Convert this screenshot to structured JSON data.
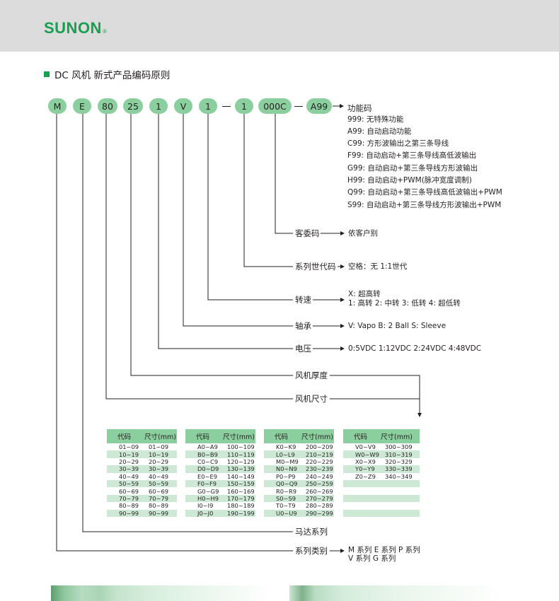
{
  "brand": {
    "name": "SUNON",
    "mark": "®",
    "color": "#17a04f"
  },
  "title": "DC 风机  新式产品编码原则",
  "pills": [
    "M",
    "E",
    "80",
    "25",
    "1",
    "V",
    "1",
    "1",
    "000C",
    "A99"
  ],
  "function_code": {
    "label": "功能码",
    "items": [
      "999: 无特殊功能",
      "A99: 自动启动功能",
      "C99: 方形波输出之第三条导线",
      "F99: 自动启动+第三条导线高低波输出",
      "G99: 自动启动+第三条导线方形波输出",
      "H99: 自动启动+PWM(脉冲宽度调制)",
      "Q99: 自动启动+第三条导线高低波输出+PWM",
      "S99: 自动启动+第三条导线方形波输出+PWM"
    ]
  },
  "customer_code": {
    "label": "客委码",
    "desc": "依客户别"
  },
  "series_gen": {
    "label": "系列世代码",
    "desc": "空格：无     1:1世代"
  },
  "speed": {
    "label": "转速",
    "line1": "X: 超高转",
    "line2": "1: 高转    2: 中转    3: 低转    4: 超低转"
  },
  "bearing": {
    "label": "轴承",
    "desc": "V: Vapo     B: 2 Ball     S: Sleeve"
  },
  "voltage": {
    "label": "电压",
    "desc": "0:5VDC     1:12VDC     2:24VDC     4:48VDC"
  },
  "thickness": {
    "label": "风机厚度"
  },
  "size": {
    "label": "风机尺寸"
  },
  "motor": {
    "label": "马达系列"
  },
  "category": {
    "label": "系列类别",
    "line1": "M 系列   E 系列   P 系列",
    "line2": "V 系列   G 系列"
  },
  "size_table": {
    "headers": [
      "代码",
      "尺寸(mm)"
    ],
    "columns": [
      [
        [
          "01~09",
          "01~09"
        ],
        [
          "10~19",
          "10~19"
        ],
        [
          "20~29",
          "20~29"
        ],
        [
          "30~39",
          "30~39"
        ],
        [
          "40~49",
          "40~49"
        ],
        [
          "50~59",
          "50~59"
        ],
        [
          "60~69",
          "60~69"
        ],
        [
          "70~79",
          "70~79"
        ],
        [
          "80~89",
          "80~89"
        ],
        [
          "90~99",
          "90~99"
        ]
      ],
      [
        [
          "A0~A9",
          "100~109"
        ],
        [
          "B0~B9",
          "110~119"
        ],
        [
          "C0~C9",
          "120~129"
        ],
        [
          "D0~D9",
          "130~139"
        ],
        [
          "E0~E9",
          "140~149"
        ],
        [
          "F0~F9",
          "150~159"
        ],
        [
          "G0~G9",
          "160~169"
        ],
        [
          "H0~H9",
          "170~179"
        ],
        [
          "I0~I9",
          "180~189"
        ],
        [
          "J0~J0",
          "190~199"
        ]
      ],
      [
        [
          "K0~K9",
          "200~209"
        ],
        [
          "L0~L9",
          "210~219"
        ],
        [
          "M0~M9",
          "220~229"
        ],
        [
          "N0~N9",
          "230~239"
        ],
        [
          "P0~P9",
          "240~249"
        ],
        [
          "Q0~Q9",
          "250~259"
        ],
        [
          "R0~R9",
          "260~269"
        ],
        [
          "S0~S9",
          "270~279"
        ],
        [
          "T0~T9",
          "280~289"
        ],
        [
          "U0~U9",
          "290~299"
        ]
      ],
      [
        [
          "V0~V9",
          "300~309"
        ],
        [
          "W0~W9",
          "310~319"
        ],
        [
          "X0~X9",
          "320~329"
        ],
        [
          "Y0~Y9",
          "330~339"
        ],
        [
          "Z0~Z9",
          "340~349"
        ],
        [
          "",
          ""
        ],
        [
          "",
          ""
        ],
        [
          "",
          ""
        ],
        [
          "",
          ""
        ],
        [
          "",
          ""
        ]
      ]
    ]
  },
  "colors": {
    "accent": "#17a04f",
    "pill": "#8ccf9e",
    "row_alt": "#cde9d5",
    "header_bg": "#dcdcdc"
  }
}
